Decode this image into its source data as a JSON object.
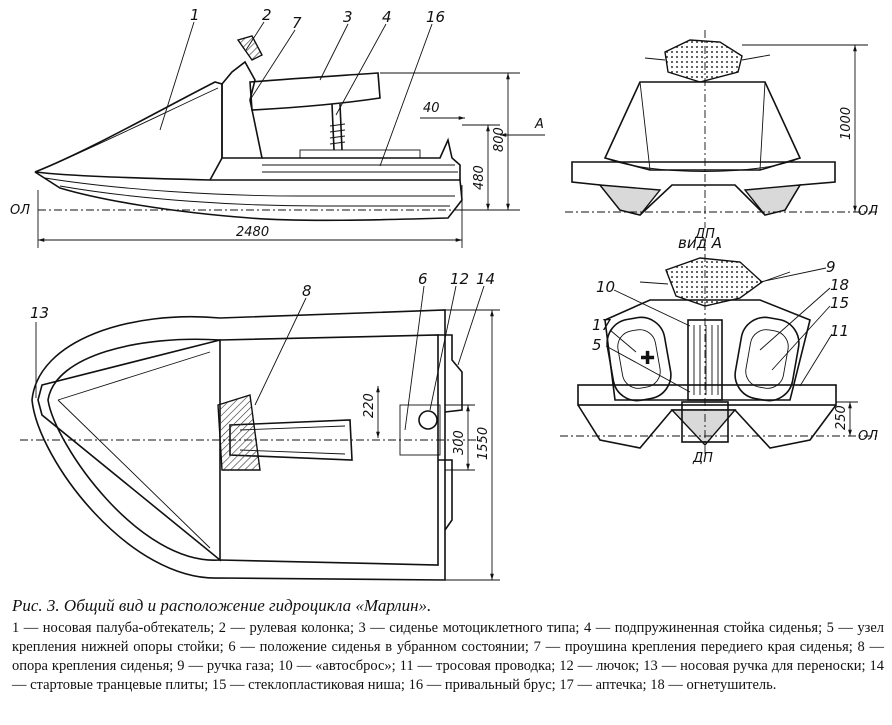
{
  "figure": {
    "title": "Рис. 3. Общий вид и расположение гидроцикла «Марлин».",
    "legend": "1 — носовая палуба-обтекатель; 2 — рулевая колонка; 3 — сиденье мотоциклетного типа; 4 — подпружиненная стойка сиденья; 5 — узел крепления нижней опоры стойки; 6 — положение сиденья в убранном состоянии; 7 — проушина крепления передиего края сиденья; 8 — опора крепления сиденья; 9 — ручка газа; 10 — «автосброс»; 11 — тросовая проводка; 12 — лючок; 13 — носовая ручка для переноски; 14 — стартовые транцевые плиты; 15 — стеклопластиковая ниша; 16 — привальный брус; 17 — аптечка; 18 — огнетушитель."
  },
  "side_view": {
    "labels": [
      "1",
      "2",
      "7",
      "3",
      "4",
      "16"
    ],
    "dimensions": {
      "length": "2480",
      "height": "800",
      "waterline_height": "480",
      "offset": "40"
    },
    "waterline": "ОЛ",
    "arrow": "A"
  },
  "front_view": {
    "dimensions": {
      "height": "1000"
    },
    "waterline": "ОЛ",
    "centerline": "ДП"
  },
  "top_view": {
    "labels": [
      "13",
      "8",
      "6",
      "12",
      "14"
    ],
    "dimensions": {
      "width": "1550",
      "seat_width": "220",
      "hatch": "300"
    }
  },
  "view_a": {
    "title": "вид А",
    "centerline": "ДП",
    "labels": [
      "9",
      "10",
      "18",
      "15",
      "17",
      "5",
      "11"
    ],
    "dimensions": {
      "height": "250"
    },
    "waterline": "ОЛ"
  }
}
